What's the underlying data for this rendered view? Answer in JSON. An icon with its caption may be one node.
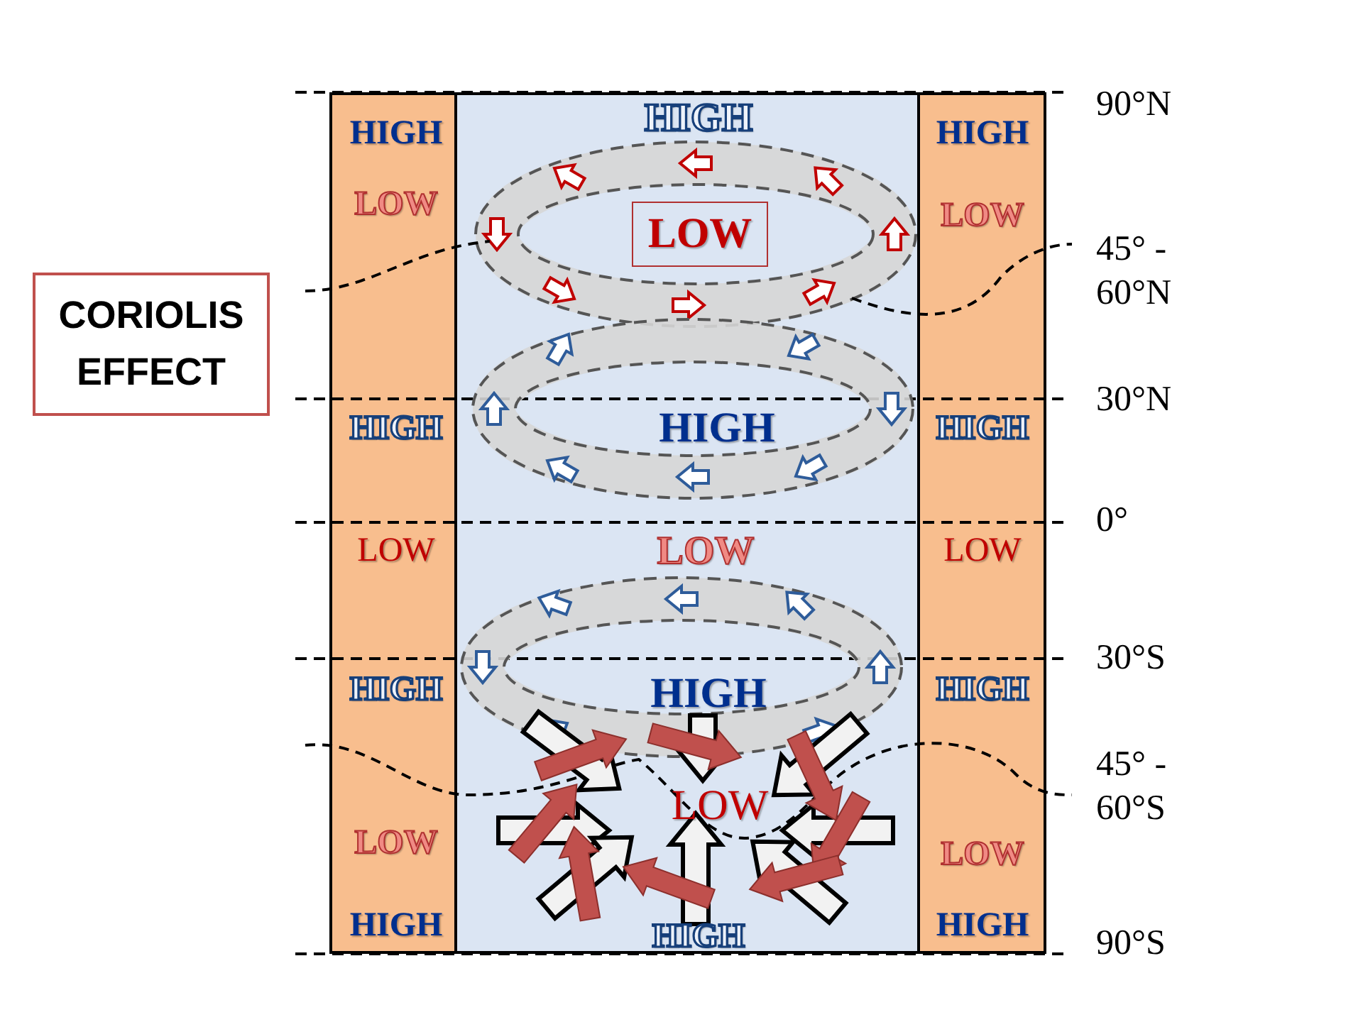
{
  "diagram": {
    "nodes": [
      {
        "text": [
          "CORIOLIS EFFECT"
        ]
      },
      {
        "text": [
          "HIGH",
          "LOW",
          "HIGH",
          "LOW",
          "HIGH",
          "LOW",
          "HIGH"
        ]
      },
      {
        "text": [
          "HIGH",
          "HIGH",
          "LOW",
          "HIGH",
          "LOW",
          "HIGH"
        ]
      },
      {
        "text": [
          "LOW"
        ],
        "in": 2
      },
      {
        "text": [
          "HIGH",
          "LOW",
          "HIGH",
          "LOW",
          "HIGH",
          "LOW",
          "HIGH"
        ]
      }
    ],
    "labels": [
      "90°N",
      "45° - 60°N",
      "30°N",
      "0°",
      "30°S",
      "45° - 60°S",
      "90°S"
    ]
  }
}
